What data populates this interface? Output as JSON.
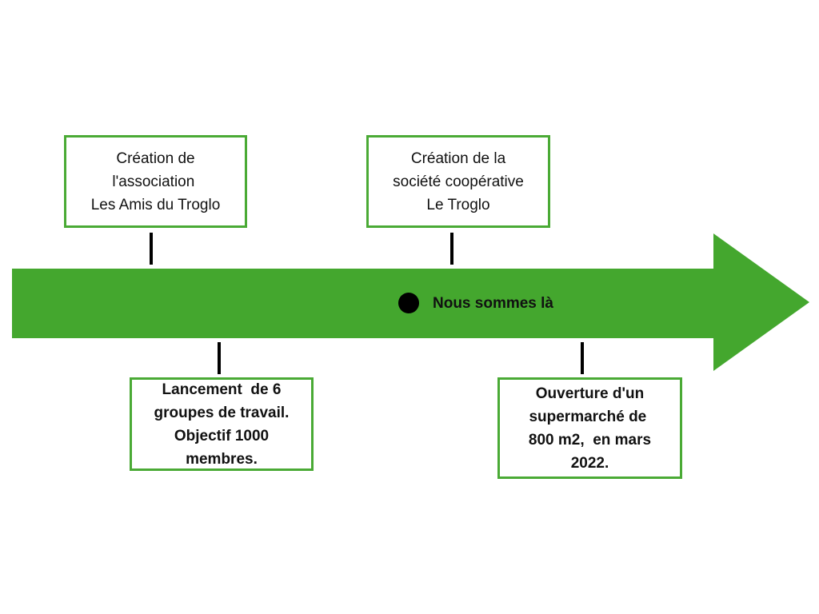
{
  "colors": {
    "accent_green": "#4aaa35",
    "tick_color": "#000000",
    "text_color": "#111111"
  },
  "events": [
    {
      "position": "above",
      "lines": [
        "Création de",
        "l'association ",
        "Les Amis du Troglo"
      ]
    },
    {
      "position": "above",
      "lines": [
        "Création de la",
        "société coopérative",
        "Le Troglo"
      ]
    },
    {
      "position": "below",
      "lines": [
        "Lancement  de 6",
        "groupes de travail.",
        "Objectif 1000",
        "membres."
      ]
    },
    {
      "position": "below",
      "lines": [
        "Ouverture d'un",
        "supermarché de ",
        "800 m2,  en mars",
        "2022."
      ]
    }
  ],
  "current_marker": {
    "label": "Nous sommes là"
  }
}
